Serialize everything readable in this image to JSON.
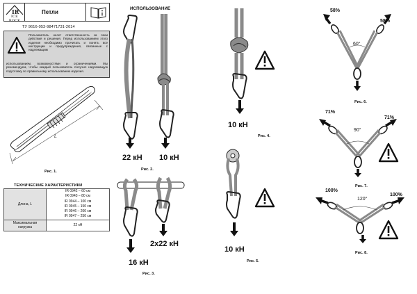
{
  "header": {
    "brand": "ICE ROCK",
    "title": "Петли",
    "manual_icon": "book-info-icon",
    "standard": "ТУ 9616-053-98471731-2014"
  },
  "warning": {
    "icon": "warning-triangle-icon",
    "text_main": "Пользователь несет ответственность за свои действия и решения. Перед использованием этого изделия необходимо прочитать и понять все инструкции и предупреждения, связанные с надлежащим",
    "text_cont": "использованием, возможностями и ограничениями. Мы рекомендуем, чтобы каждый пользователь получил надлежащую подготовку по правильному использованию изделия."
  },
  "figures": {
    "fig1": "Рис. 1.",
    "fig2": "Рис. 2.",
    "fig3": "Рис. 3.",
    "fig4": "Рис. 4.",
    "fig5": "Рис. 5.",
    "fig6": "Рис. 6.",
    "fig7": "Рис. 7.",
    "fig8": "Рис. 8."
  },
  "usage_title": "ИСПОЛЬЗОВАНИЕ",
  "forces": {
    "fig2_left": "22 кН",
    "fig2_right": "10 кН",
    "fig3_left": "16 кН",
    "fig3_right": "2x22 кН",
    "fig4": "10 кН",
    "fig5": "10 кН"
  },
  "anchors": {
    "fig6": {
      "left_pct": "58%",
      "right_pct": "58%",
      "angle": "60°"
    },
    "fig7": {
      "left_pct": "71%",
      "right_pct": "71%",
      "angle": "90°"
    },
    "fig8": {
      "left_pct": "100%",
      "right_pct": "100%",
      "angle": "120°"
    }
  },
  "specs": {
    "title": "ТЕХНИЧЕСКИЕ ХАРАКТЕРИСТИКИ",
    "length_label": "Длина, L",
    "lengths": [
      "IR 0942 – 60 см",
      "IR 0943 – 80 см",
      "IR 0944 – 100 см",
      "IR 0945 – 150 см",
      "IR 0946 – 200 см",
      "IR 0947 – 250 см"
    ],
    "load_label_1": "Максимальная",
    "load_label_2": "нагрузка",
    "load_value": "22 кН"
  },
  "colors": {
    "sling": "#8a8a8a",
    "sling_dark": "#5a5a5a",
    "warning_bg": "#d6d6d6"
  }
}
